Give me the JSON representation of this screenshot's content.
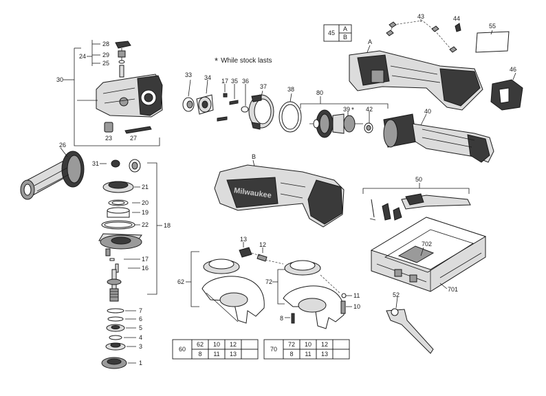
{
  "note": {
    "star": "*",
    "text": "While stock lasts"
  },
  "labels": {
    "p1": "1",
    "p3": "3",
    "p4": "4",
    "p5": "5",
    "p6": "6",
    "p7": "7",
    "p8": "8",
    "p10a": "10",
    "p11a": "11",
    "p12": "12",
    "p13": "13",
    "p16": "16",
    "p17a": "17",
    "p17b": "17",
    "p18": "18",
    "p19": "19",
    "p20": "20",
    "p21": "21",
    "p22": "22",
    "p23": "23",
    "p24": "24",
    "p25": "25",
    "p26": "26",
    "p27": "27",
    "p28": "28",
    "p29": "29",
    "p30": "30",
    "p31": "31",
    "p33": "33",
    "p34": "34",
    "p35": "35",
    "p36": "36",
    "p37": "37",
    "p38": "38",
    "p39": "39",
    "p40": "40",
    "p42": "42",
    "p43": "43",
    "p44": "44",
    "p46": "46",
    "p50": "50",
    "p52": "52",
    "p55": "55",
    "p62": "62",
    "p72": "72",
    "p80": "80",
    "p701": "701",
    "p702": "702",
    "A": "A",
    "B": "B",
    "star39": "*"
  },
  "box45": {
    "num": "45",
    "a": "A",
    "b": "B"
  },
  "table60": {
    "id": "60",
    "row1": [
      "62",
      "10",
      "12",
      ""
    ],
    "row2": [
      "8",
      "11",
      "13",
      ""
    ]
  },
  "table70": {
    "id": "70",
    "row1": [
      "72",
      "10",
      "12",
      ""
    ],
    "row2": [
      "8",
      "11",
      "13",
      ""
    ]
  },
  "brand": "Milwaukee",
  "colors": {
    "ink": "#1a1a1a",
    "dark_part": "#3a3a3a",
    "mid_part": "#9a9a9a"
  }
}
